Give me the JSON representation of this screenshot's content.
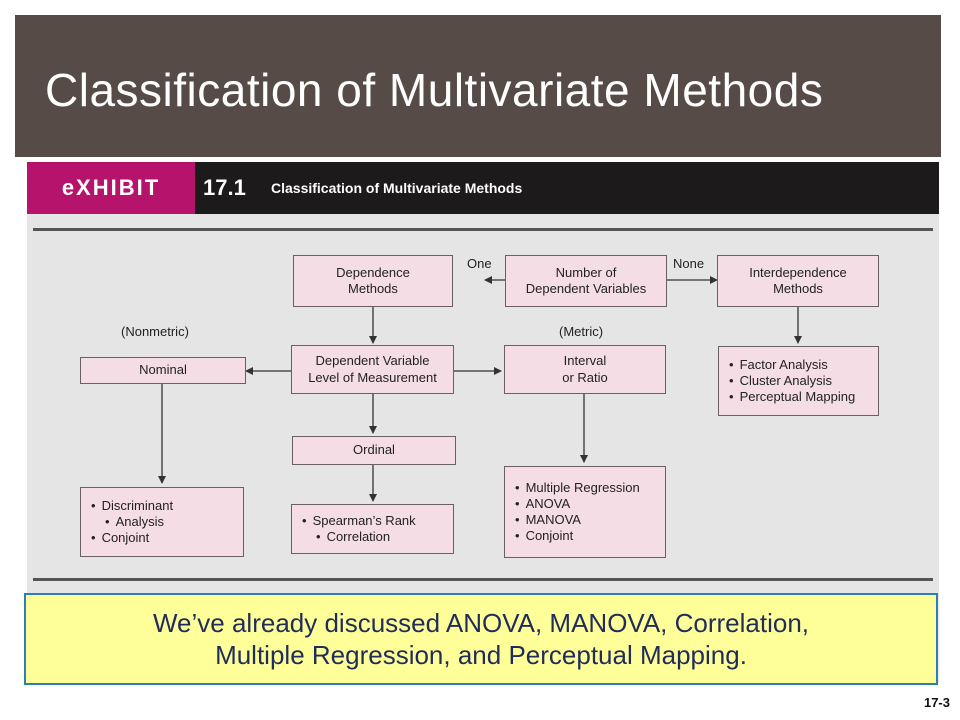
{
  "slide": {
    "title": "Classification of Multivariate Methods",
    "page_number": "17-3"
  },
  "exhibit": {
    "tag": "eXHIBIT",
    "number": "17.1",
    "caption": "Classification of Multivariate Methods"
  },
  "diagram": {
    "nodes": {
      "dependence": [
        "Dependence",
        "Methods"
      ],
      "number_dv": [
        "Number of",
        "Dependent Variables"
      ],
      "interdependence": [
        "Interdependence",
        "Methods"
      ],
      "level_measurement": [
        "Dependent Variable",
        "Level of Measurement"
      ],
      "nominal": "Nominal",
      "interval_ratio": [
        "Interval",
        "or Ratio"
      ],
      "ordinal": "Ordinal",
      "interdep_list": [
        "Factor Analysis",
        "Cluster Analysis",
        "Perceptual Mapping"
      ],
      "nominal_list": [
        "Discriminant",
        "Analysis",
        "Conjoint"
      ],
      "ordinal_list": [
        "Spearman’s Rank",
        "Correlation"
      ],
      "metric_list": [
        "Multiple Regression",
        "ANOVA",
        "MANOVA",
        "Conjoint"
      ]
    },
    "labels": {
      "one": "One",
      "none": "None",
      "nonmetric": "(Nonmetric)",
      "metric": "(Metric)"
    }
  },
  "banner": {
    "line1": "We’ve already discussed ANOVA, MANOVA, Correlation,",
    "line2": "Multiple Regression, and Perceptual Mapping."
  },
  "colors": {
    "title_bar": "#564b46",
    "exhibit_accent": "#b5136c",
    "box_fill": "#f5dde6",
    "banner_fill": "#ffff99",
    "banner_border": "#2c7fb8",
    "banner_text": "#1f2d5a"
  }
}
